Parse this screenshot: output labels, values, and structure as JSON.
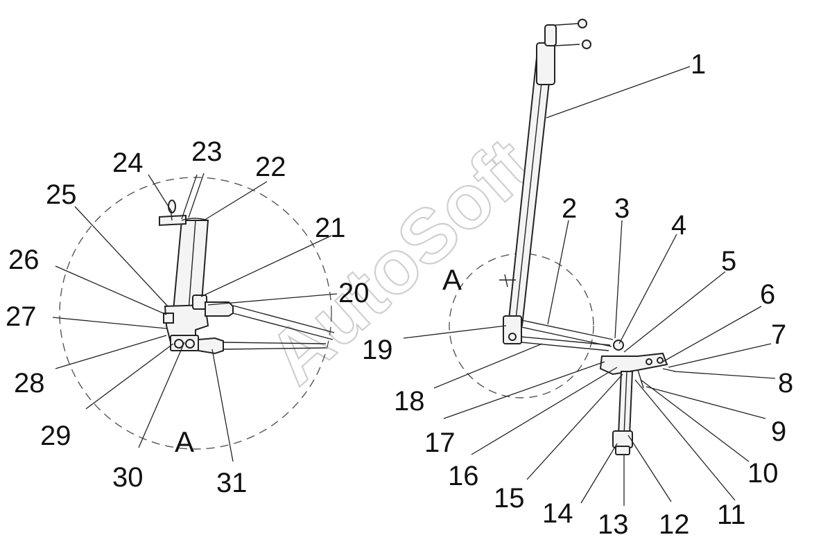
{
  "watermark": "AutoSoft",
  "detail_label": "A",
  "callouts": [
    "1",
    "2",
    "3",
    "4",
    "5",
    "6",
    "7",
    "8",
    "9",
    "10",
    "11",
    "12",
    "13",
    "14",
    "15",
    "16",
    "17",
    "18",
    "19",
    "20",
    "21",
    "22",
    "23",
    "24",
    "25",
    "26",
    "27",
    "28",
    "29",
    "30",
    "31"
  ]
}
